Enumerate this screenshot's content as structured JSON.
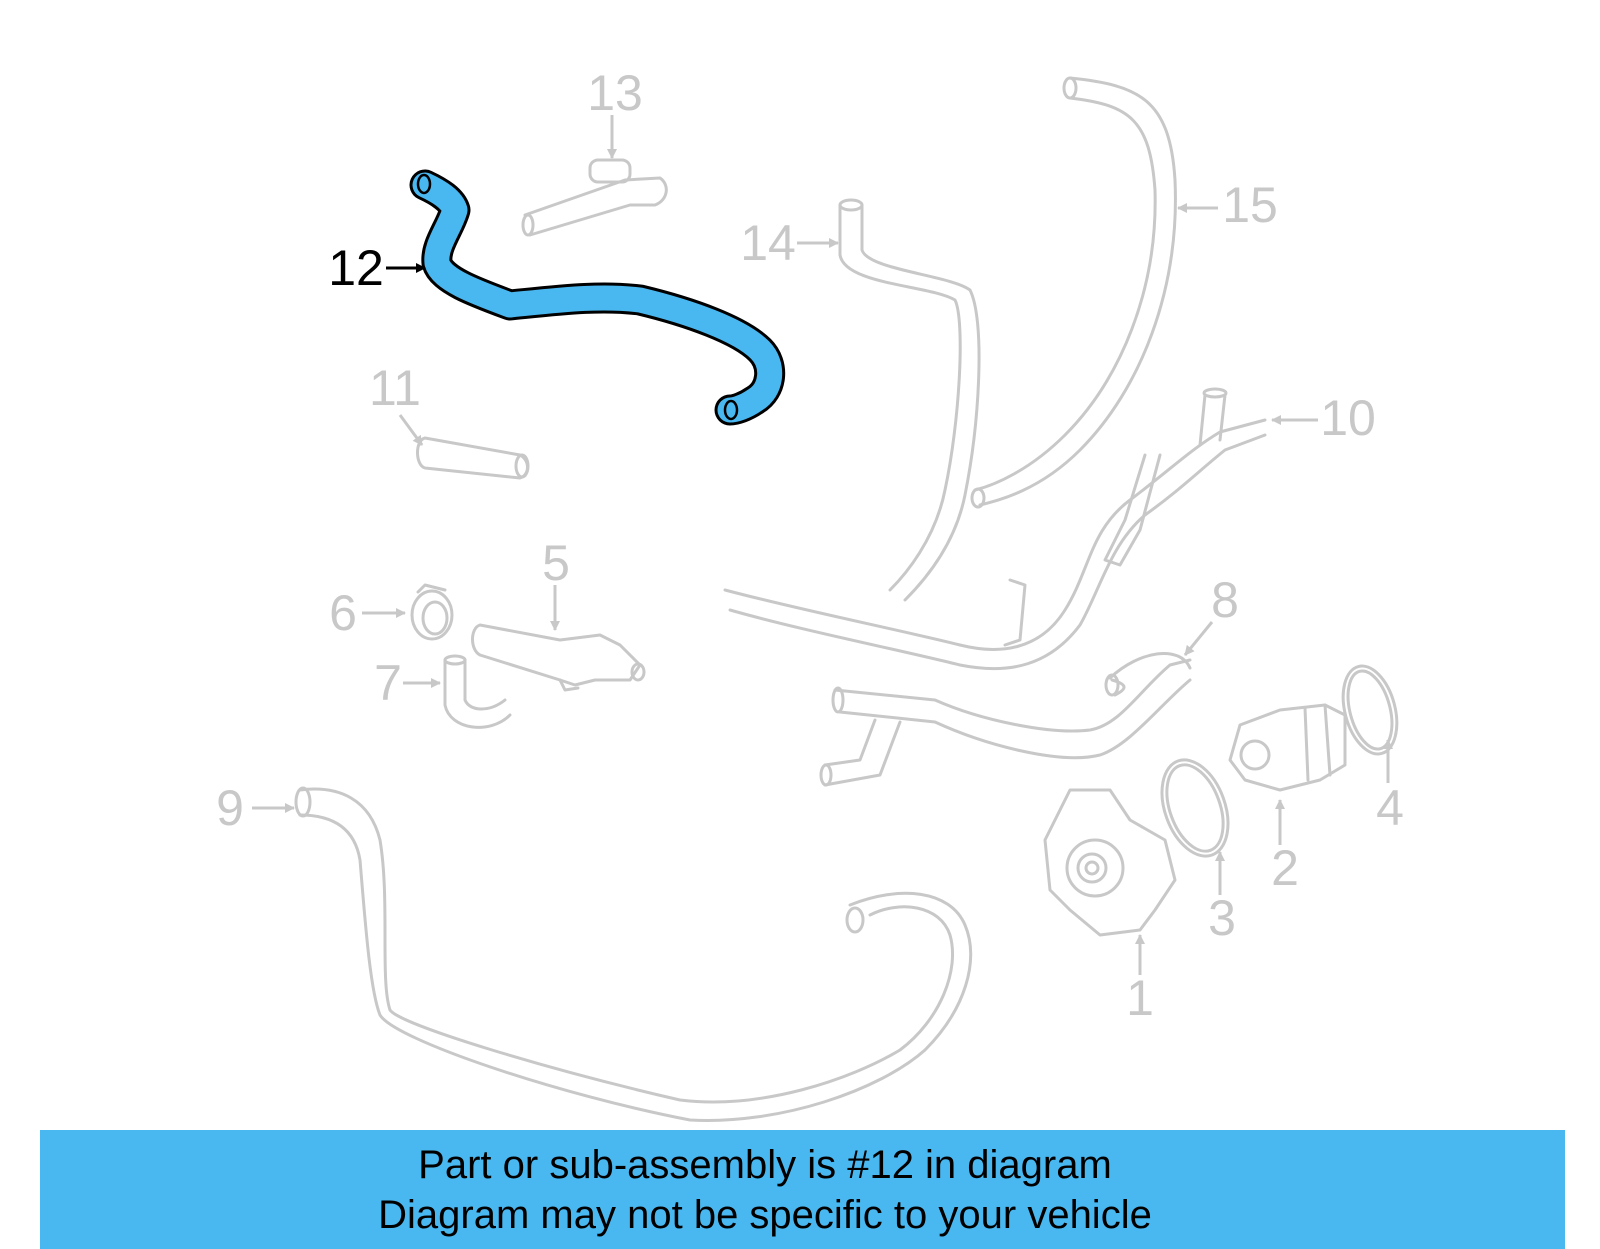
{
  "diagram": {
    "callouts": [
      {
        "label": "1",
        "active": false
      },
      {
        "label": "2",
        "active": false
      },
      {
        "label": "3",
        "active": false
      },
      {
        "label": "4",
        "active": false
      },
      {
        "label": "5",
        "active": false
      },
      {
        "label": "6",
        "active": false
      },
      {
        "label": "7",
        "active": false
      },
      {
        "label": "8",
        "active": false
      },
      {
        "label": "9",
        "active": false
      },
      {
        "label": "10",
        "active": false
      },
      {
        "label": "11",
        "active": false
      },
      {
        "label": "12",
        "active": true
      },
      {
        "label": "13",
        "active": false
      },
      {
        "label": "14",
        "active": false
      },
      {
        "label": "15",
        "active": false
      }
    ],
    "highlight_color": "#4ab8f0",
    "muted_color": "#c8c8c8"
  },
  "banner": {
    "line1": "Part or sub-assembly is #12 in diagram",
    "line2": "Diagram may not be specific to your vehicle",
    "background": "#4ab8f0"
  }
}
